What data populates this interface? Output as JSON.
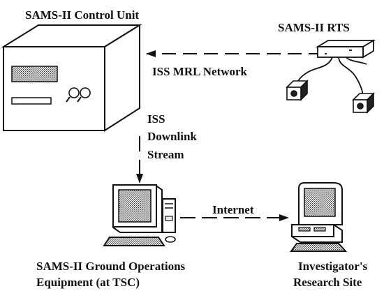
{
  "labels": {
    "control_unit": "SAMS-II Control Unit",
    "rts": "SAMS-II RTS",
    "mrl_network": "ISS MRL Network",
    "downlink_1": "ISS",
    "downlink_2": "Downlink",
    "downlink_3": "Stream",
    "internet": "Internet",
    "ground_ops_1": "SAMS-II Ground Operations",
    "ground_ops_2": "Equipment (at TSC)",
    "investigator_1": "Investigator's",
    "investigator_2": "Research Site"
  }
}
